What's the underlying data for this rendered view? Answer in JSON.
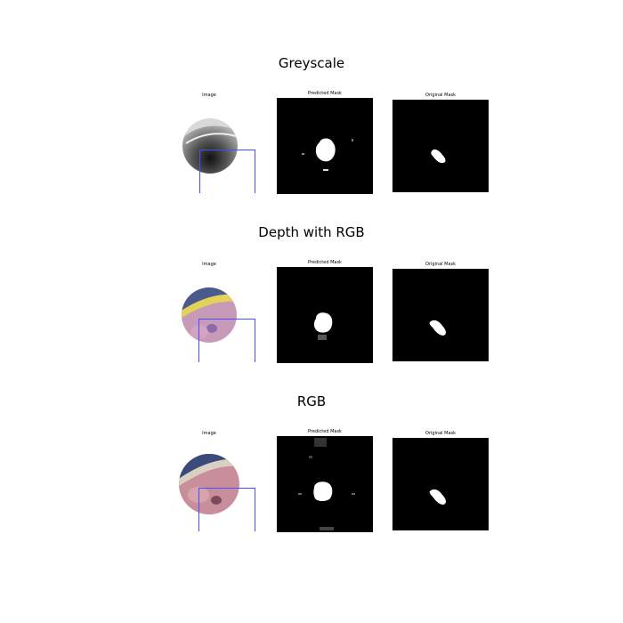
{
  "rows": [
    {
      "title": "Greyscale",
      "image_label": "Image",
      "pred_label": "Predicted Mask",
      "orig_label": "Original Mask"
    },
    {
      "title": "Depth with RGB",
      "image_label": "Image",
      "pred_label": "Predicted Mask",
      "orig_label": "Original Mask"
    },
    {
      "title": "RGB",
      "image_label": "Image",
      "pred_label": "Predicted Mask",
      "orig_label": "Original Mask"
    }
  ],
  "colors": {
    "bbox": "#4b4bff",
    "mask_background": "#000000",
    "mask_foreground": "#ffffff"
  }
}
